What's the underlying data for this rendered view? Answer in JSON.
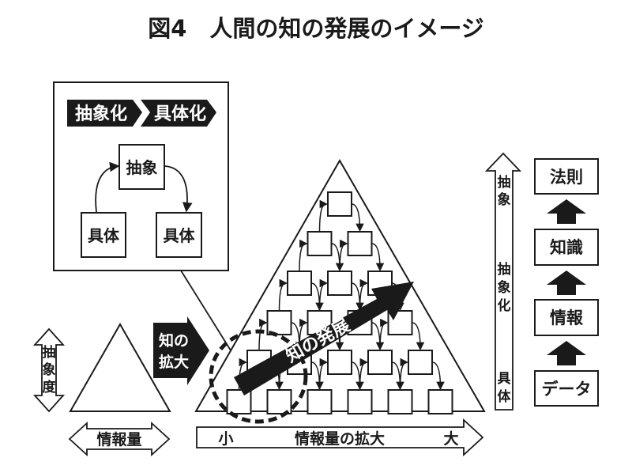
{
  "title": "図4　人間の知の発展のイメージ",
  "inset": {
    "tag_abstraction": "抽象化",
    "tag_concretion": "具体化",
    "node_abstract": "抽象",
    "node_concrete_left": "具体",
    "node_concrete_right": "具体"
  },
  "left_pyramid": {
    "axis_label": [
      "抽",
      "象",
      "度"
    ],
    "info_label": "情報量"
  },
  "arrow_expansion": {
    "lines": [
      "知の",
      "拡大"
    ]
  },
  "main_pyramid": {
    "diagonal_label": "知の発展",
    "axis_small": "小",
    "axis_label": "情報量の拡大",
    "axis_large": "大"
  },
  "right_axis": {
    "top": [
      "抽",
      "象"
    ],
    "middle": [
      "抽",
      "象",
      "化"
    ],
    "bottom": [
      "具",
      "体"
    ]
  },
  "hierarchy": [
    "法則",
    "知識",
    "情報",
    "データ"
  ],
  "colors": {
    "ink": "#1a1a1a",
    "paper": "#ffffff"
  }
}
